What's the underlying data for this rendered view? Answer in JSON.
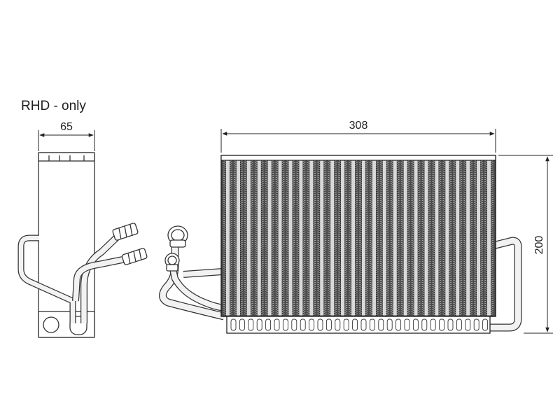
{
  "labels": {
    "note": "RHD - only",
    "side_width": "65",
    "core_width": "308",
    "core_height": "200"
  },
  "colors": {
    "line": "#333333",
    "fin": "#555555",
    "tube": "#f2f2f2",
    "paper": "#ffffff"
  }
}
